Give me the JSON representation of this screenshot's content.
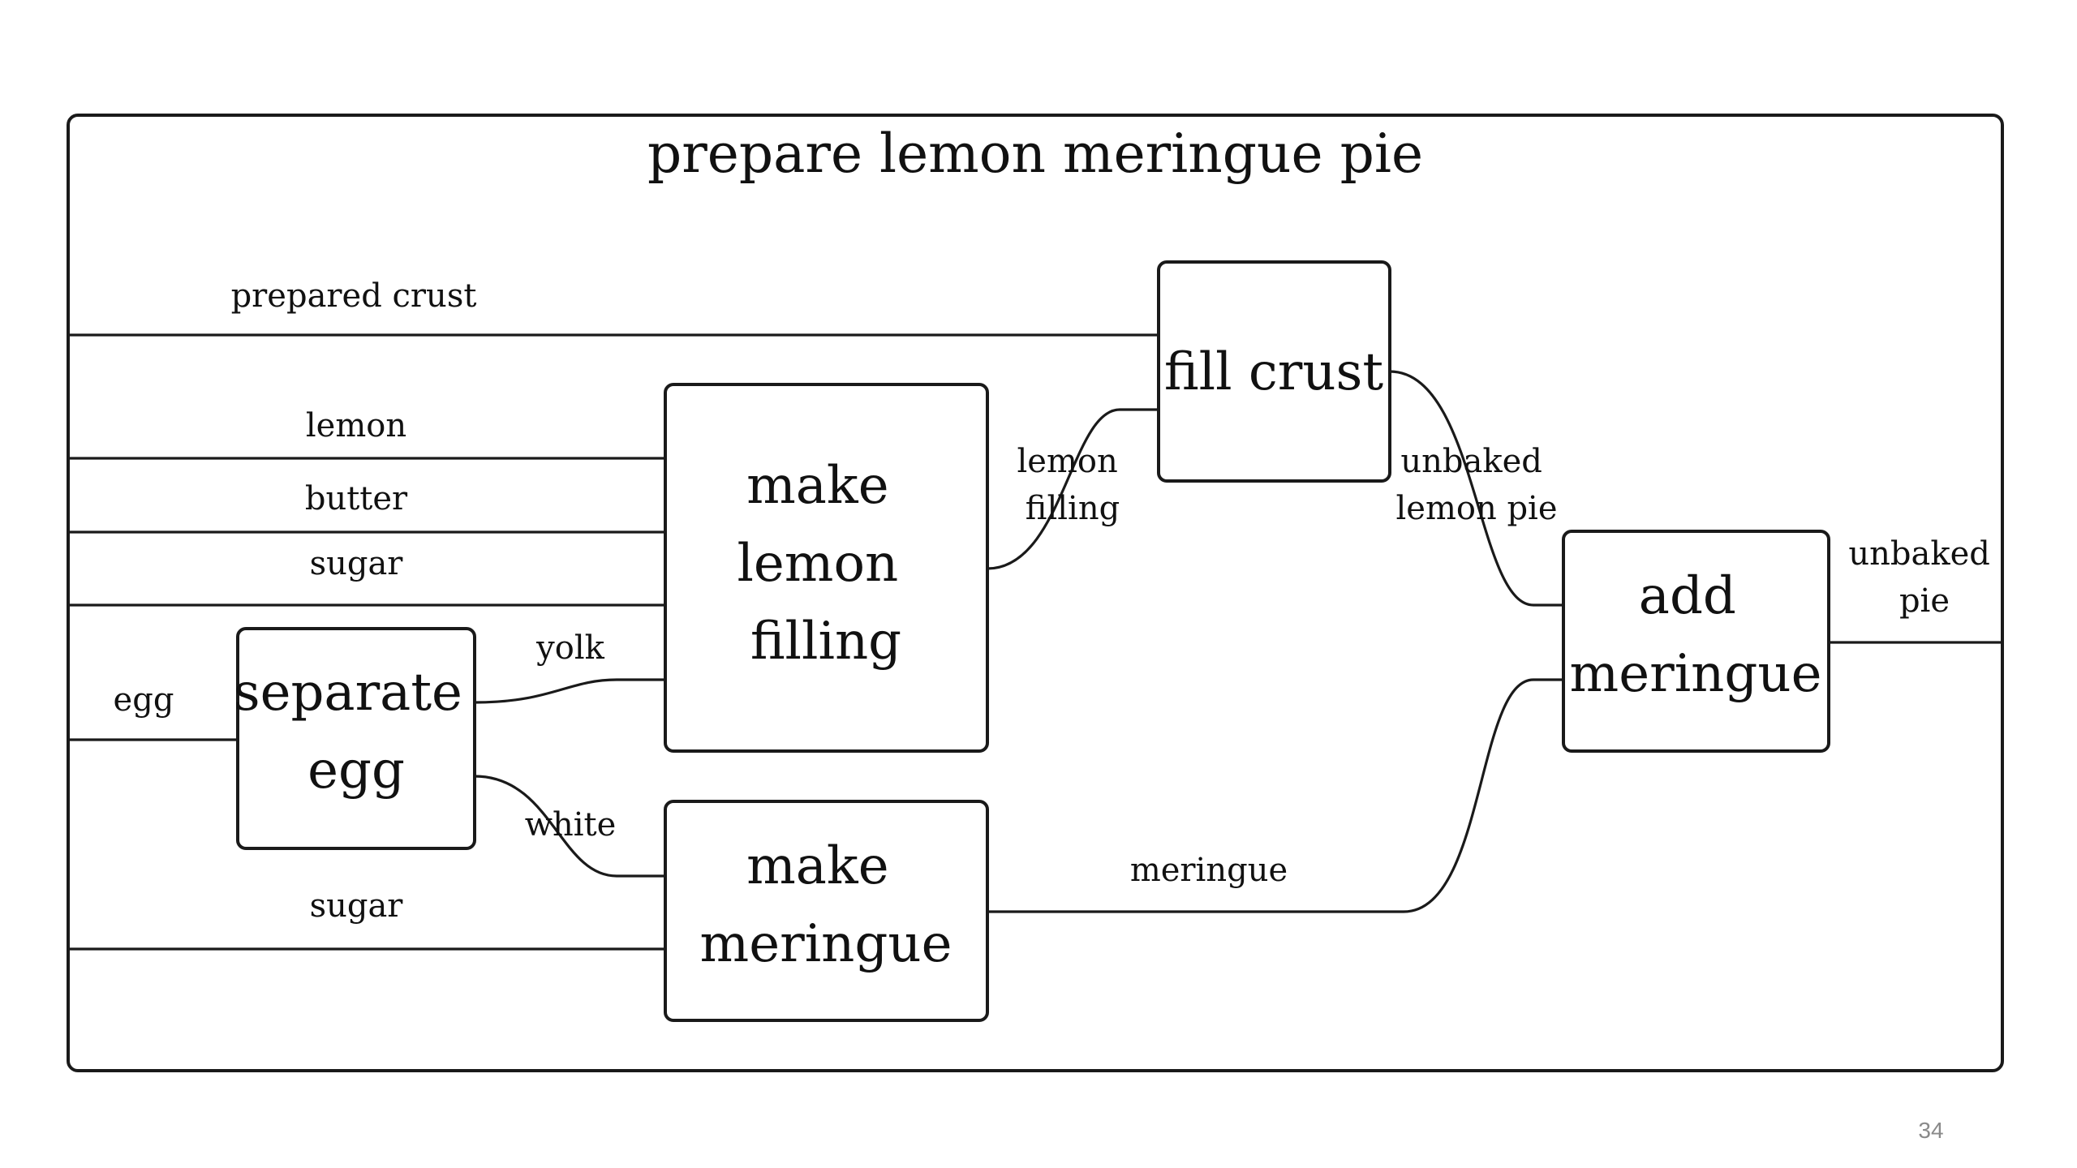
{
  "diagram": {
    "title": "prepare lemon meringue pie",
    "boxes": {
      "fill_crust": [
        "fill crust"
      ],
      "make_lemon_filling": [
        "make",
        "lemon",
        "filling"
      ],
      "separate_egg": [
        "separate",
        "egg"
      ],
      "make_meringue": [
        "make",
        "meringue"
      ],
      "add_meringue": [
        "add",
        "meringue"
      ]
    },
    "wires": {
      "prepared_crust": [
        "prepared crust"
      ],
      "lemon": [
        "lemon"
      ],
      "butter": [
        "butter"
      ],
      "sugar_filling": [
        "sugar"
      ],
      "egg": [
        "egg"
      ],
      "yolk": [
        "yolk"
      ],
      "white": [
        "white"
      ],
      "sugar_meringue": [
        "sugar"
      ],
      "lemon_filling": [
        "lemon",
        "filling"
      ],
      "unbaked_lemon_pie": [
        "unbaked",
        "lemon pie"
      ],
      "meringue": [
        "meringue"
      ],
      "unbaked_pie": [
        "unbaked",
        "pie"
      ]
    }
  },
  "page_number": "34"
}
